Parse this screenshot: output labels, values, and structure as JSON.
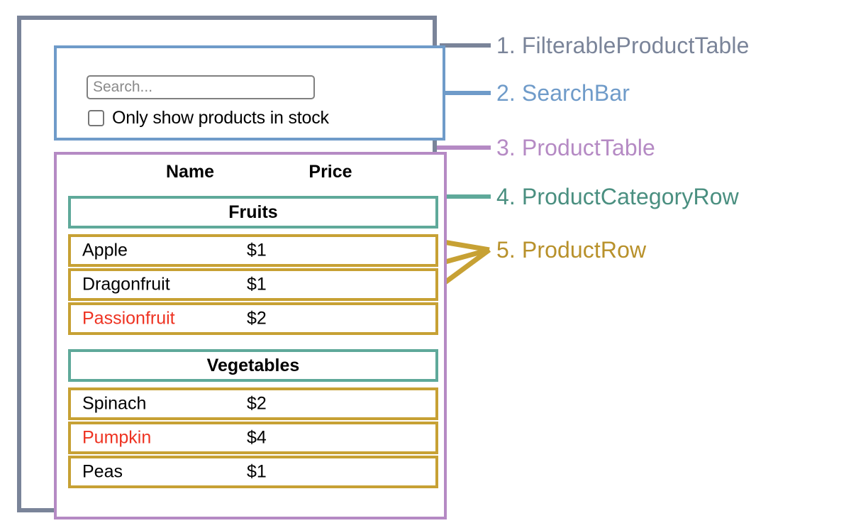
{
  "diagram": {
    "title": "React component hierarchy diagram for FilterableProductTable",
    "colors": {
      "filterable_product_table": "#7a8499",
      "search_bar": "#6f9bc9",
      "product_table": "#b58ac4",
      "product_category_row": "#5fa99a",
      "product_row": "#c7a134",
      "out_of_stock_text": "#ee3322",
      "text": "#000000",
      "placeholder": "#8a8a8a",
      "background": "#ffffff"
    }
  },
  "search_bar": {
    "input": {
      "value": "",
      "placeholder": "Search..."
    },
    "checkbox": {
      "label": "Only show products in stock",
      "checked": false
    }
  },
  "product_table": {
    "columns": [
      "Name",
      "Price"
    ],
    "rows": [
      {
        "type": "category",
        "name": "Fruits"
      },
      {
        "type": "product",
        "name": "Apple",
        "price": "$1",
        "stocked": true
      },
      {
        "type": "product",
        "name": "Dragonfruit",
        "price": "$1",
        "stocked": true
      },
      {
        "type": "product",
        "name": "Passionfruit",
        "price": "$2",
        "stocked": false
      },
      {
        "type": "category",
        "name": "Vegetables"
      },
      {
        "type": "product",
        "name": "Spinach",
        "price": "$2",
        "stocked": true
      },
      {
        "type": "product",
        "name": "Pumpkin",
        "price": "$4",
        "stocked": false
      },
      {
        "type": "product",
        "name": "Peas",
        "price": "$1",
        "stocked": true
      }
    ]
  },
  "legend": [
    {
      "number": "1.",
      "label": "FilterableProductTable",
      "color": "#7a8499"
    },
    {
      "number": "2.",
      "label": "SearchBar",
      "color": "#6f9bc9"
    },
    {
      "number": "3.",
      "label": "ProductTable",
      "color": "#b58ac4"
    },
    {
      "number": "4.",
      "label": "ProductCategoryRow",
      "color": "#5fa99a"
    },
    {
      "number": "5.",
      "label": "ProductRow",
      "color": "#c7a134"
    }
  ]
}
